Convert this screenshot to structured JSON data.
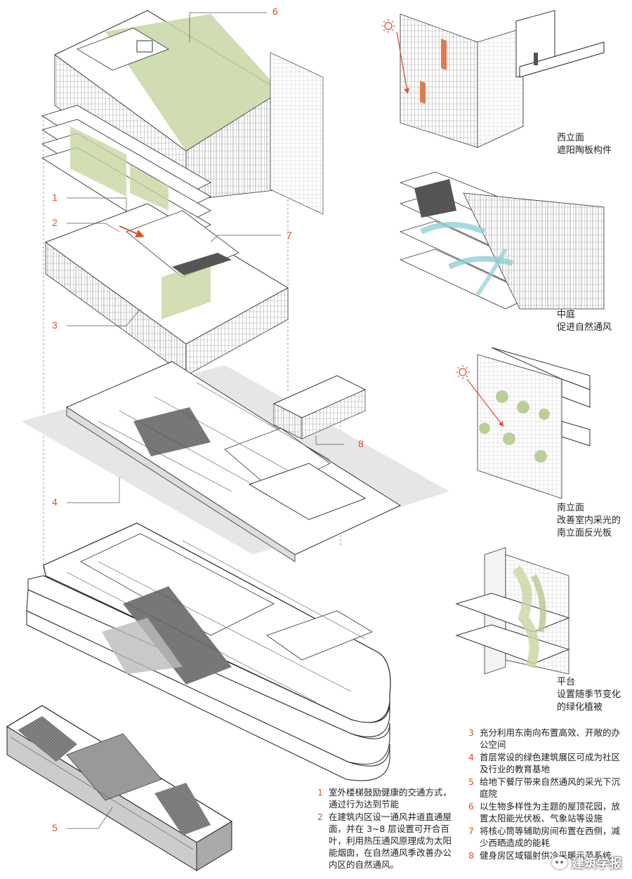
{
  "callouts": [
    {
      "id": "1",
      "label": "1"
    },
    {
      "id": "2",
      "label": "2"
    },
    {
      "id": "3",
      "label": "3"
    },
    {
      "id": "4",
      "label": "4"
    },
    {
      "id": "5",
      "label": "5"
    },
    {
      "id": "6",
      "label": "6"
    },
    {
      "id": "7",
      "label": "7"
    },
    {
      "id": "8",
      "label": "8"
    }
  ],
  "captions": {
    "west": [
      "西立面",
      "遮阳陶板构件"
    ],
    "atrium": [
      "中庭",
      "促进自然通风"
    ],
    "south": [
      "南立面",
      "改善室内采光的",
      "南立面反光板"
    ],
    "terrace": [
      "平台",
      "设置随季节变化",
      "的绿化植被"
    ]
  },
  "legend_left": [
    {
      "n": "1",
      "text": "室外楼梯鼓励健康的交通方式，通过行为达到节能"
    },
    {
      "n": "2",
      "text": "在建筑内区设一通风井道直通屋面，并在 3~8 层设置可开合百叶，利用热压通风原理成为太阳能烟囱，在自然通风季改善办公内区的自然通风。"
    }
  ],
  "legend_right": [
    {
      "n": "3",
      "text": "充分利用东南向布置高效、开敞的办公空间"
    },
    {
      "n": "4",
      "text": "首层常设的绿色建筑展区可成为社区及行业的教育基地"
    },
    {
      "n": "5",
      "text": "给地下餐厅带来自然通风的采光下沉庭院"
    },
    {
      "n": "6",
      "text": "以生物多样性为主题的屋顶花园，放置太阳能光伏板、气象站等设施"
    },
    {
      "n": "7",
      "text": "将核心筒等辅助房间布置在西侧，减少西晒造成的能耗"
    },
    {
      "n": "8",
      "text": "健身房区域辐射供冷采暖示范系统"
    }
  ],
  "watermark": "建筑学报",
  "colors": {
    "accent": "#d9532b",
    "green": "#c8d6a3",
    "line": "#333333",
    "shade": "#d9d9d9",
    "air": "#8fcfd6"
  },
  "icons": [
    "sun-icon",
    "wechat-icon"
  ]
}
